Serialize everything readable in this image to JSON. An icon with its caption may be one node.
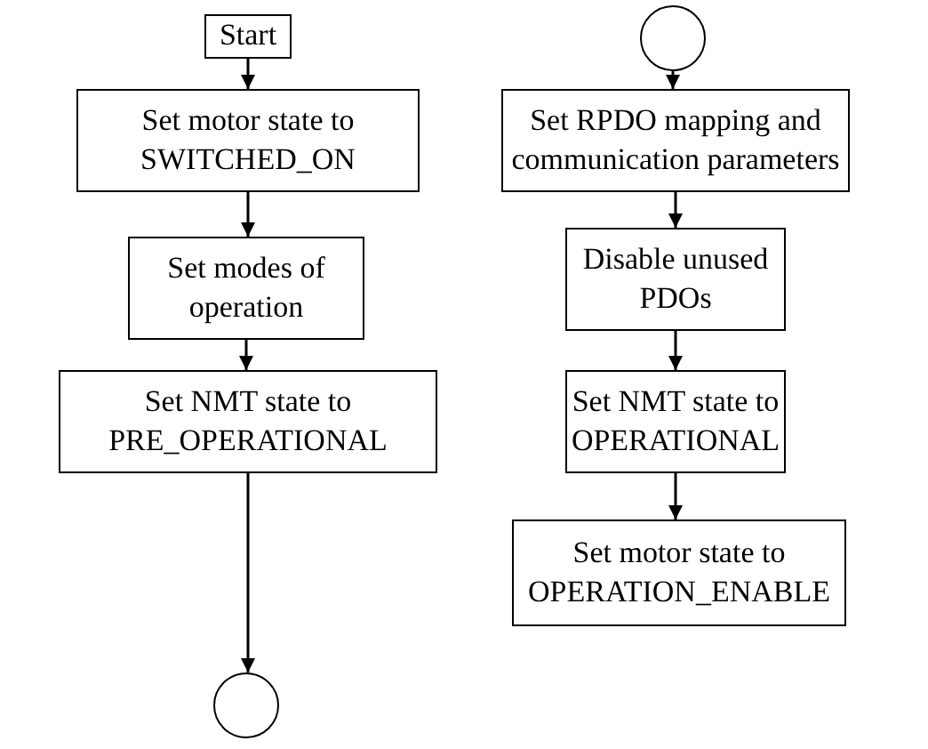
{
  "diagram": {
    "nodes": [
      {
        "text": [
          "Start"
        ]
      },
      {
        "text": [
          "Set motor state to SWITCHED_ON"
        ]
      },
      {
        "text": [
          "Set modes of operation"
        ]
      },
      {
        "text": [
          "Set NMT state to PRE_OPERATIONAL"
        ]
      },
      {
        "text": [],
        "shape": "circle"
      },
      {
        "text": [],
        "shape": "circle"
      },
      {
        "text": [
          "Set RPDO mapping and communication parameters"
        ]
      },
      {
        "text": [
          "Disable unused PDOs"
        ]
      },
      {
        "text": [
          "Set NMT state to OPERATIONAL"
        ]
      },
      {
        "text": [
          "Set motor state to OPERATION_ENABLE"
        ]
      }
    ],
    "edges": [
      {
        "from": 0,
        "to": 1,
        "arrow": "to"
      },
      {
        "from": 1,
        "to": 2,
        "arrow": "to"
      },
      {
        "from": 2,
        "to": 3,
        "arrow": "to"
      },
      {
        "from": 3,
        "to": 4,
        "arrow": "to"
      },
      {
        "from": 5,
        "to": 6,
        "arrow": "to"
      },
      {
        "from": 6,
        "to": 7,
        "arrow": "to"
      },
      {
        "from": 7,
        "to": 8,
        "arrow": "to"
      },
      {
        "from": 8,
        "to": 9,
        "arrow": "to"
      }
    ]
  }
}
